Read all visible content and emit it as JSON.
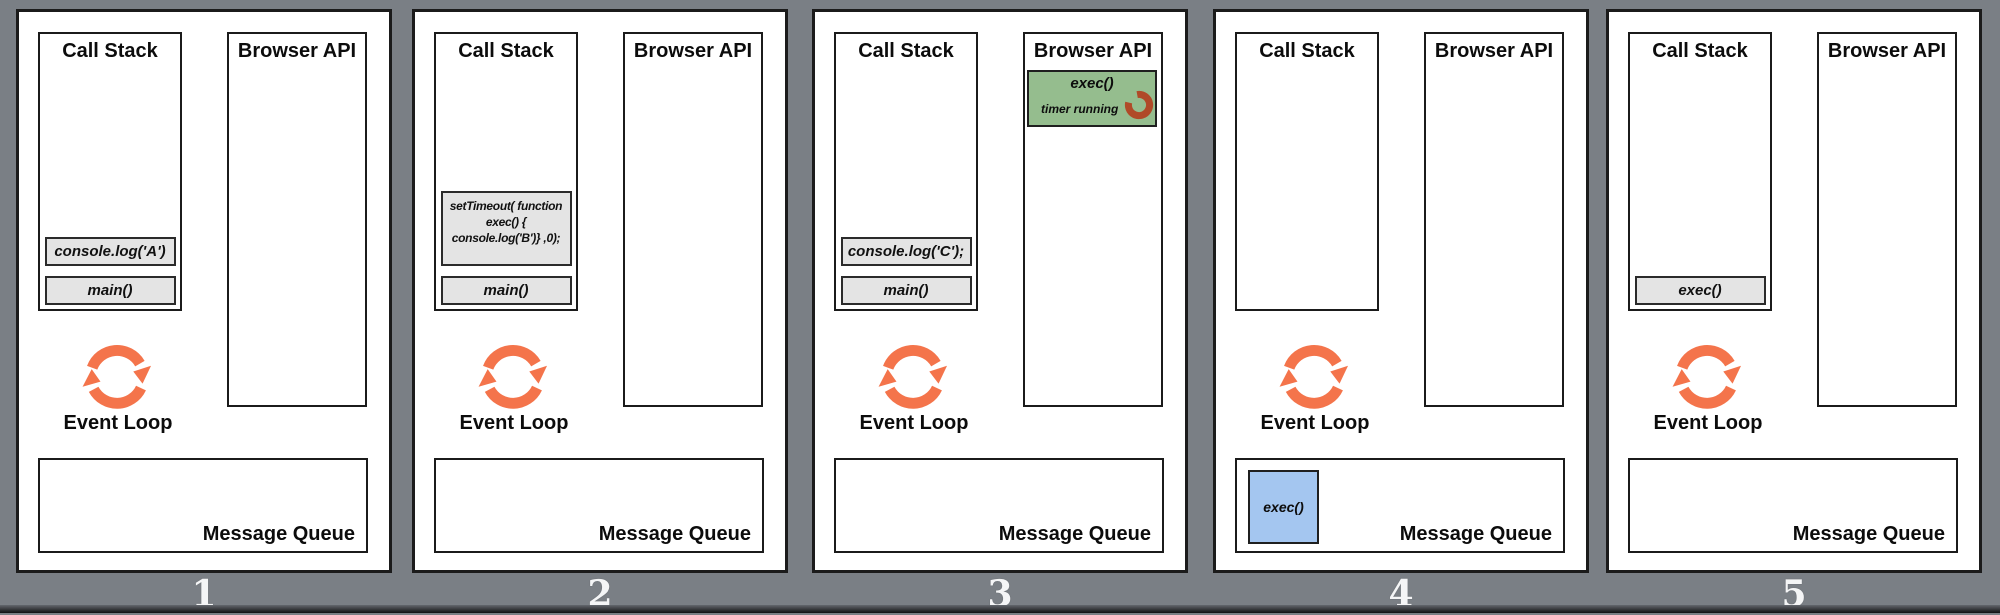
{
  "colors": {
    "background": "#7a7f85",
    "panel_bg": "#ffffff",
    "border": "#1b1b1b",
    "stack_item_bg": "#e4e4e4",
    "timer_task_bg": "#95bd8e",
    "queued_task_bg": "#a4c6f0",
    "event_loop_orange": "#f4744b",
    "spinner_red": "#b04a28",
    "number_color": "#f4f5f6"
  },
  "labels": {
    "call_stack": "Call Stack",
    "browser_api": "Browser API",
    "event_loop": "Event Loop",
    "message_queue": "Message Queue"
  },
  "icons": {
    "event_loop": "cycle-arrows-icon",
    "timer": "spinner-arc-icon"
  },
  "panels": [
    {
      "number": "1",
      "stack_top": "console.log('A')",
      "stack_bottom": "main()"
    },
    {
      "number": "2",
      "stack_top": "setTimeout( function\nexec() {\nconsole.log('B')} ,0);",
      "stack_bottom": "main()"
    },
    {
      "number": "3",
      "stack_top": "console.log('C');",
      "stack_bottom": "main()",
      "browser_task": {
        "name": "exec()",
        "status": "timer running"
      }
    },
    {
      "number": "4",
      "queue_task": "exec()"
    },
    {
      "number": "5",
      "stack_bottom": "exec()"
    }
  ]
}
